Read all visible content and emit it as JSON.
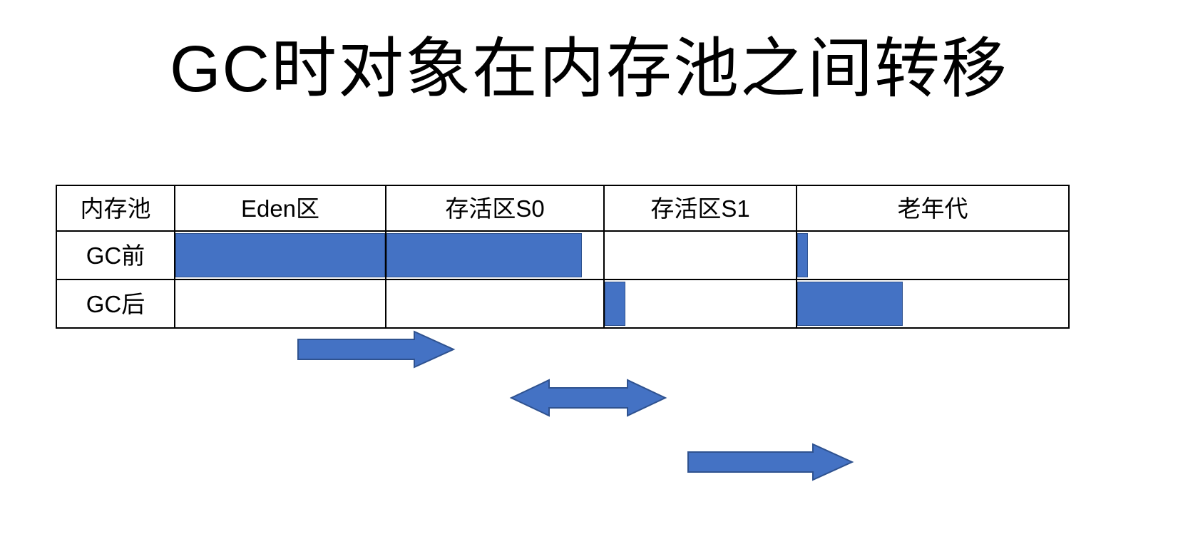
{
  "slide": {
    "title": "GC时对象在内存池之间转移",
    "accent_color": "#4472C4",
    "accent_border_color": "#2F528F",
    "border_color": "#000000",
    "background": "#ffffff"
  },
  "table": {
    "columns": [
      {
        "key": "pool",
        "label": "内存池"
      },
      {
        "key": "eden",
        "label": "Eden区"
      },
      {
        "key": "s0",
        "label": "存活区S0"
      },
      {
        "key": "s1",
        "label": "存活区S1"
      },
      {
        "key": "old",
        "label": "老年代"
      }
    ],
    "rows": [
      {
        "label": "GC前",
        "cells": [
          {
            "column": "eden",
            "fill_percent": 100
          },
          {
            "column": "s0",
            "fill_percent": 90
          },
          {
            "column": "s1",
            "fill_percent": 0
          },
          {
            "column": "old",
            "fill_percent": 4
          }
        ]
      },
      {
        "label": "GC后",
        "cells": [
          {
            "column": "eden",
            "fill_percent": 0
          },
          {
            "column": "s0",
            "fill_percent": 0
          },
          {
            "column": "s1",
            "fill_percent": 11
          },
          {
            "column": "old",
            "fill_percent": 39
          }
        ]
      }
    ]
  },
  "arrows": [
    {
      "name": "eden-to-survivor-arrow",
      "direction": "right",
      "label": ""
    },
    {
      "name": "survivor-swap-arrow",
      "direction": "both",
      "label": ""
    },
    {
      "name": "survivor-to-old-arrow",
      "direction": "right",
      "label": ""
    }
  ]
}
